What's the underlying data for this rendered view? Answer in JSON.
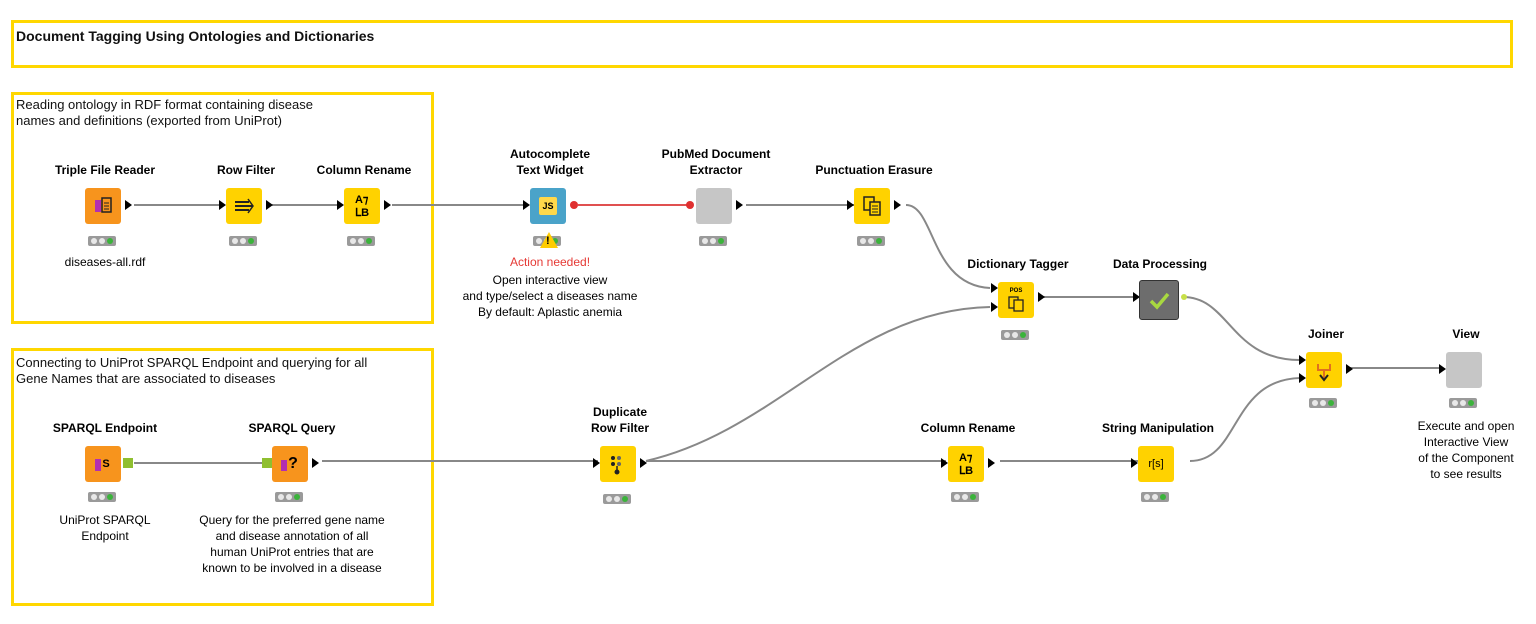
{
  "workflow_title": "Document Tagging Using Ontologies and Dictionaries",
  "annotations": {
    "ontology": "Reading ontology in RDF format containing  disease\nnames and definitions (exported from UniProt)",
    "sparql": "Connecting to UniProt SPARQL Endpoint and querying for all\nGene Names that are associated to diseases"
  },
  "nodes": {
    "triple_file_reader": {
      "title": "Triple File Reader",
      "label": "diseases-all.rdf",
      "icon": "triple-reader-icon"
    },
    "row_filter": {
      "title": "Row Filter",
      "label": "",
      "icon": "row-filter-icon"
    },
    "column_rename_1": {
      "title": "Column Rename",
      "label": "",
      "icon": "column-rename-icon"
    },
    "autocomplete": {
      "title": "Autocomplete\nText Widget",
      "warning": "Action needed!",
      "label": "Open interactive view\nand type/select a diseases name\nBy default: Aplastic anemia",
      "icon_text": "JS"
    },
    "pubmed": {
      "title": "PubMed Document\nExtractor",
      "label": ""
    },
    "punctuation": {
      "title": "Punctuation Erasure",
      "label": ""
    },
    "dictionary_tagger": {
      "title": "Dictionary Tagger",
      "label": "",
      "icon_text": "POS"
    },
    "data_processing": {
      "title": "Data Processing",
      "label": ""
    },
    "joiner": {
      "title": "Joiner",
      "label": ""
    },
    "view": {
      "title": "View",
      "label": "Execute and open\nInteractive View\nof the Component\nto see results"
    },
    "sparql_endpoint": {
      "title": "SPARQL Endpoint",
      "label": "UniProt SPARQL\nEndpoint",
      "icon_text": "S"
    },
    "sparql_query": {
      "title": "SPARQL Query",
      "label": "Query for the preferred gene name\nand disease annotation of all\nhuman UniProt entries that are\nknown to be involved in a disease",
      "icon_text": "?"
    },
    "duplicate_row_filter": {
      "title": "Duplicate\nRow Filter",
      "label": ""
    },
    "column_rename_2": {
      "title": "Column Rename",
      "label": ""
    },
    "string_manipulation": {
      "title": "String Manipulation",
      "label": "",
      "icon_text": "r[s]"
    }
  },
  "colors": {
    "annotation_border": "#ffd700",
    "connection": "#808080",
    "error_connection": "#e05050"
  }
}
